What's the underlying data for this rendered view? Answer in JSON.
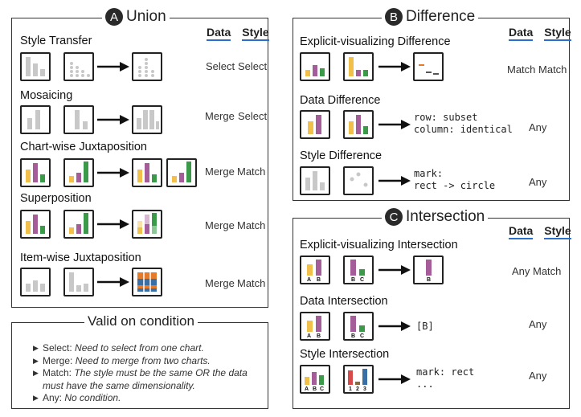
{
  "colors": {
    "gold": "#f0c04a",
    "purple": "#a55d9a",
    "green": "#3a9a4a",
    "gray": "#c8c8c8",
    "orange": "#e47b2b",
    "blue": "#3a6fa6",
    "red": "#d84a4a",
    "lightpurple": "#d9b7d3"
  },
  "union": {
    "letter": "A",
    "title": "Union",
    "data_header": "Data",
    "style_header": "Style",
    "rows": [
      {
        "title": "Style Transfer",
        "data": "Select",
        "style": "Select"
      },
      {
        "title": "Mosaicing",
        "data": "Merge",
        "style": "Select"
      },
      {
        "title": "Chart-wise Juxtaposition",
        "data": "Merge",
        "style": "Match"
      },
      {
        "title": "Superposition",
        "data": "Merge",
        "style": "Match"
      },
      {
        "title": "Item-wise Juxtaposition",
        "data": "Merge",
        "style": "Match"
      }
    ]
  },
  "difference": {
    "letter": "B",
    "title": "Difference",
    "data_header": "Data",
    "style_header": "Style",
    "rows": [
      {
        "title": "Explicit-visualizing Difference",
        "value": "Match Match"
      },
      {
        "title": "Data Difference",
        "code_line1": "row: subset",
        "code_line2": "column: identical",
        "value": "Any"
      },
      {
        "title": "Style Difference",
        "code_line1": "mark:",
        "code_line2": "rect -> circle",
        "value": "Any"
      }
    ]
  },
  "intersection": {
    "letter": "C",
    "title": "Intersection",
    "data_header": "Data",
    "style_header": "Style",
    "rows": [
      {
        "title": "Explicit-visualizing Intersection",
        "data": "Any",
        "style": "Match"
      },
      {
        "title": "Data Intersection",
        "code_line1": "[B]",
        "value": "Any"
      },
      {
        "title": "Style Intersection",
        "code_line1": "mark: rect",
        "code_line2": "...",
        "value": "Any"
      }
    ],
    "labels": {
      "a": "A",
      "b": "B",
      "c": "C",
      "n1": "1",
      "n2": "2",
      "n3": "3"
    }
  },
  "legend": {
    "title": "Valid on condition",
    "items": [
      {
        "term": "Select:",
        "desc": "Need to select from one chart."
      },
      {
        "term": "Merge:",
        "desc": "Need to merge from two charts."
      },
      {
        "term": "Match:",
        "desc": "The style must be the same OR the data must have the same dimensionality."
      },
      {
        "term": "Any:",
        "desc": "No condition."
      }
    ]
  }
}
